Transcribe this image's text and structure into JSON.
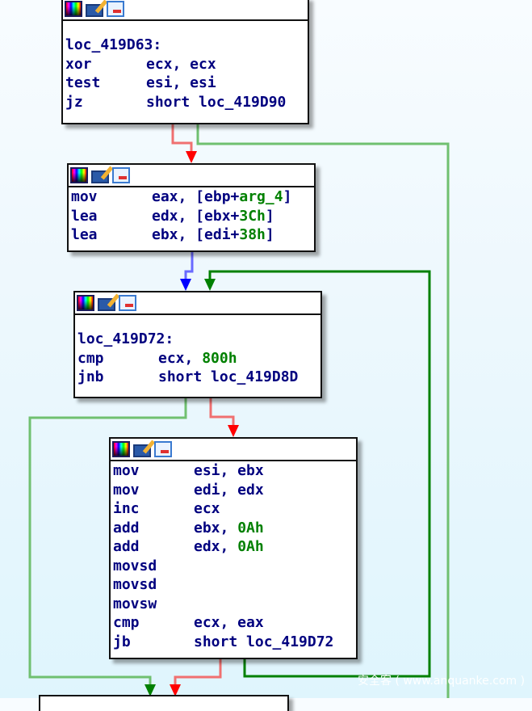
{
  "colors": {
    "true_edge": "#f07070",
    "false_edge": "#70c070",
    "loop_edge": "#008000",
    "fallthrough_edge": "#6a6aff",
    "text": "#00007f",
    "number": "#008000"
  },
  "header_icons": [
    "color-palette-icon",
    "edit-icon",
    "graph-icon"
  ],
  "blocks": [
    {
      "label": "loc_419D63:",
      "instructions": [
        {
          "mnemonic": "xor",
          "operands": [
            {
              "t": "ecx, ecx",
              "k": "r"
            }
          ]
        },
        {
          "mnemonic": "test",
          "operands": [
            {
              "t": "esi, esi",
              "k": "r"
            }
          ]
        },
        {
          "mnemonic": "jz",
          "operands": [
            {
              "t": "short loc_419D90",
              "k": "r"
            }
          ]
        }
      ]
    },
    {
      "label": "",
      "instructions": [
        {
          "mnemonic": "mov",
          "operands": [
            {
              "t": "eax, [ebp+",
              "k": "r"
            },
            {
              "t": "arg_4",
              "k": "n"
            },
            {
              "t": "]",
              "k": "r"
            }
          ]
        },
        {
          "mnemonic": "lea",
          "operands": [
            {
              "t": "edx, [ebx+",
              "k": "r"
            },
            {
              "t": "3Ch",
              "k": "n"
            },
            {
              "t": "]",
              "k": "r"
            }
          ]
        },
        {
          "mnemonic": "lea",
          "operands": [
            {
              "t": "ebx, [edi+",
              "k": "r"
            },
            {
              "t": "38h",
              "k": "n"
            },
            {
              "t": "]",
              "k": "r"
            }
          ]
        }
      ]
    },
    {
      "label": "loc_419D72:",
      "instructions": [
        {
          "mnemonic": "cmp",
          "operands": [
            {
              "t": "ecx, ",
              "k": "r"
            },
            {
              "t": "800h",
              "k": "n"
            }
          ]
        },
        {
          "mnemonic": "jnb",
          "operands": [
            {
              "t": "short loc_419D8D",
              "k": "r"
            }
          ]
        }
      ]
    },
    {
      "label": "",
      "instructions": [
        {
          "mnemonic": "mov",
          "operands": [
            {
              "t": "esi, ebx",
              "k": "r"
            }
          ]
        },
        {
          "mnemonic": "mov",
          "operands": [
            {
              "t": "edi, edx",
              "k": "r"
            }
          ]
        },
        {
          "mnemonic": "inc",
          "operands": [
            {
              "t": "ecx",
              "k": "r"
            }
          ]
        },
        {
          "mnemonic": "add",
          "operands": [
            {
              "t": "ebx, ",
              "k": "r"
            },
            {
              "t": "0Ah",
              "k": "n"
            }
          ]
        },
        {
          "mnemonic": "add",
          "operands": [
            {
              "t": "edx, ",
              "k": "r"
            },
            {
              "t": "0Ah",
              "k": "n"
            }
          ]
        },
        {
          "mnemonic": "movsd",
          "operands": []
        },
        {
          "mnemonic": "movsd",
          "operands": []
        },
        {
          "mnemonic": "movsw",
          "operands": []
        },
        {
          "mnemonic": "cmp",
          "operands": [
            {
              "t": "ecx, eax",
              "k": "r"
            }
          ]
        },
        {
          "mnemonic": "jb",
          "operands": [
            {
              "t": "short loc_419D72",
              "k": "r"
            }
          ]
        }
      ]
    }
  ],
  "watermark": "安全客 ( www.anquanke.com )"
}
